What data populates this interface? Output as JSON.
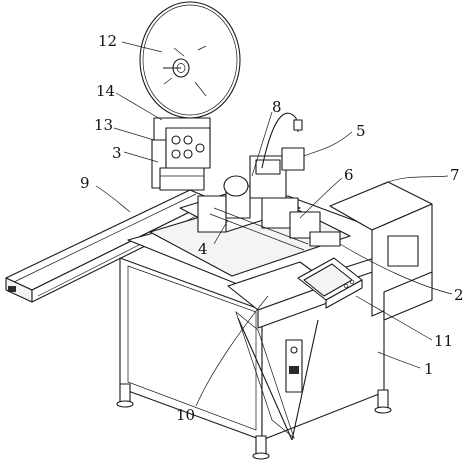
{
  "figure": {
    "callouts": [
      "1",
      "2",
      "3",
      "4",
      "5",
      "6",
      "7",
      "8",
      "9",
      "10",
      "11",
      "12",
      "13",
      "14"
    ]
  }
}
